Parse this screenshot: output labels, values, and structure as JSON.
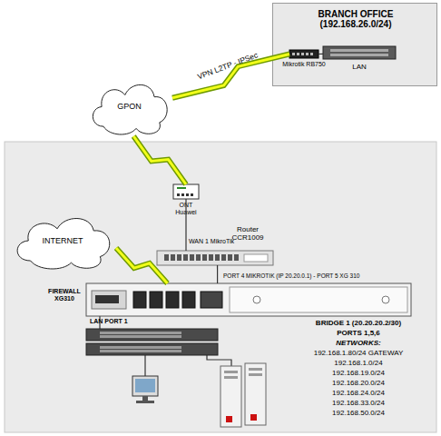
{
  "diagram": {
    "nodes": [
      {
        "text": [
          "BRANCH OFFICE (192.168.26.0/24)"
        ]
      },
      {
        "text": [
          "Mikrotik RB750"
        ],
        "in": 0
      },
      {
        "text": [
          "LAN"
        ],
        "in": 0
      },
      {
        "text": [
          "GPON"
        ]
      },
      {
        "text": [
          "INTERNET"
        ]
      },
      {
        "text": [
          "ONT Huawei"
        ]
      },
      {
        "text": [
          "Router CCR1009"
        ]
      },
      {
        "text": [
          "FIREWALL XG310"
        ]
      }
    ],
    "edges": [
      {
        "from": 3,
        "to": 1,
        "arrow": "none",
        "label": "VPN L2TP - IPSec"
      },
      {
        "from": 3,
        "to": 5,
        "arrow": "none"
      },
      {
        "from": 5,
        "to": 6,
        "arrow": "none"
      },
      {
        "from": 4,
        "to": 7,
        "arrow": "none"
      },
      {
        "from": 6,
        "to": 7,
        "arrow": "none"
      },
      {
        "from": 1,
        "to": 2,
        "arrow": "none"
      }
    ],
    "labels": [
      "WAN 1 MikroTik",
      "PORT 4 MIKROTIK (IP 20.20.0.1) - PORT 5 XG 310",
      "LAN PORT 1",
      "BRIDGE 1 (20.20.20.2/30)",
      "PORTS 1,5,6",
      "NETWORKS:",
      "192.168.1.80/24 GATEWAY",
      "192.168.1.0/24",
      "192.168.19.0/24",
      "192.168.20.0/24",
      "192.168.24.0/24",
      "192.168.33.0/24",
      "192.168.50.0/24"
    ]
  }
}
